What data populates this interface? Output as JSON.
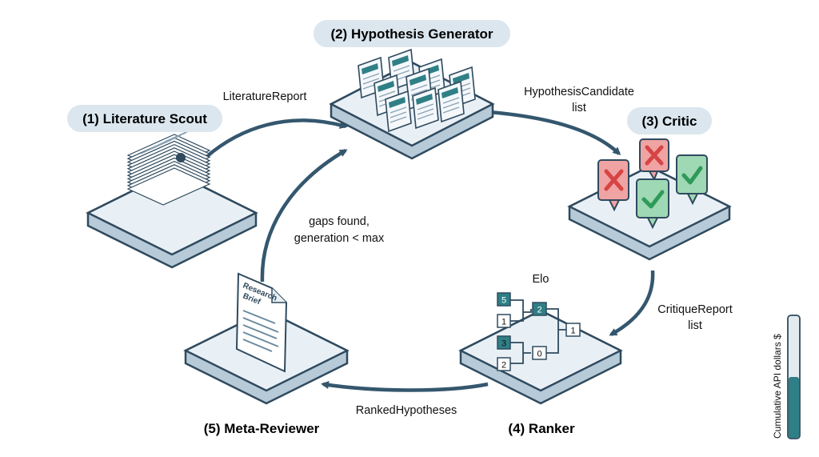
{
  "nodes": {
    "scout": {
      "label": "(1) Literature Scout"
    },
    "generator": {
      "label": "(2) Hypothesis Generator"
    },
    "critic": {
      "label": "(3) Critic"
    },
    "ranker": {
      "label": "(4) Ranker",
      "overlay_label": "Elo",
      "bracket": {
        "seeds": [
          "5",
          "1",
          "3",
          "2"
        ],
        "round2": [
          "2",
          "0"
        ],
        "final": "1"
      }
    },
    "metareviewer": {
      "label": "(5) Meta-Reviewer",
      "document_title_line1": "Research",
      "document_title_line2": "Brief"
    }
  },
  "edges": {
    "scout_to_generator": {
      "label": "LiteratureReport"
    },
    "generator_to_critic": {
      "label_line1": "HypothesisCandidate",
      "label_line2": "list"
    },
    "critic_to_ranker": {
      "label_line1": "CritiqueReport",
      "label_line2": "list"
    },
    "ranker_to_metareviewer": {
      "label": "RankedHypotheses"
    },
    "metareviewer_to_generator": {
      "label_line1": "gaps found,",
      "label_line2": "generation < max"
    }
  },
  "budget_meter": {
    "label": "Cumulative API dollars $",
    "fill_fraction": 0.5
  },
  "colors": {
    "platform_top": "#e9f0f5",
    "platform_side": "#b7cad8",
    "platform_stroke": "#2f4a5e",
    "arrow": "#34576e",
    "chip": "#dbe6ee",
    "teal": "#2f7f86",
    "reject": "#e06c6c",
    "accept": "#6cc08b"
  }
}
